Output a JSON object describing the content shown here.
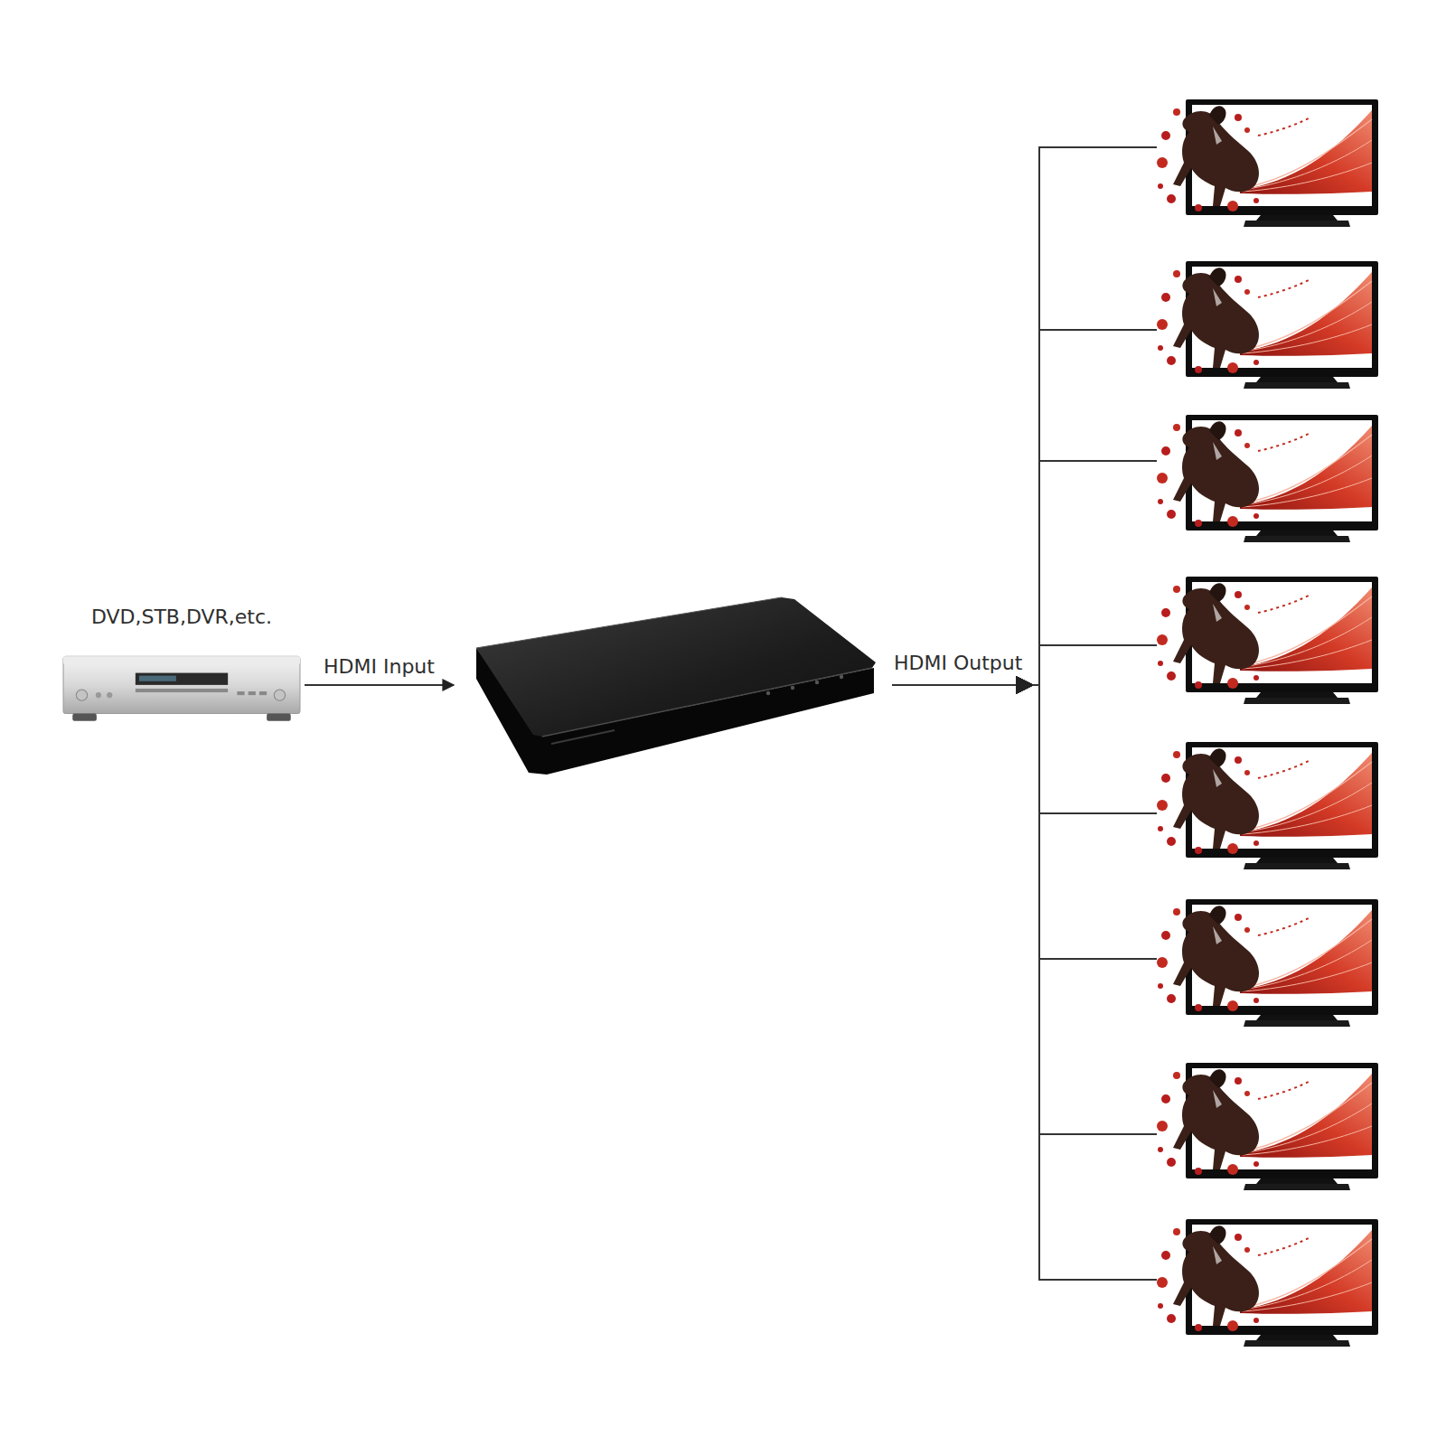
{
  "diagram": {
    "nodes": [
      {
        "text": [
          "DVD,STB,DVR,etc."
        ]
      },
      {
        "text": []
      },
      {
        "text": []
      },
      {
        "text": []
      },
      {
        "text": []
      },
      {
        "text": []
      },
      {
        "text": []
      },
      {
        "text": []
      },
      {
        "text": []
      },
      {
        "text": []
      }
    ],
    "edges": [
      {
        "from": 0,
        "to": 1,
        "arrow": "to",
        "label": "HDMI Input"
      },
      {
        "from": 1,
        "to": 2,
        "arrow": "to"
      },
      {
        "from": 1,
        "to": 3,
        "arrow": "to"
      },
      {
        "from": 1,
        "to": 4,
        "arrow": "to"
      },
      {
        "from": 1,
        "to": 5,
        "arrow": "to"
      },
      {
        "from": 1,
        "to": 6,
        "arrow": "to"
      },
      {
        "from": 1,
        "to": 7,
        "arrow": "to"
      },
      {
        "from": 1,
        "to": 8,
        "arrow": "to"
      },
      {
        "from": 1,
        "to": 9,
        "arrow": "to"
      }
    ],
    "labels": [
      "HDMI Output"
    ]
  }
}
